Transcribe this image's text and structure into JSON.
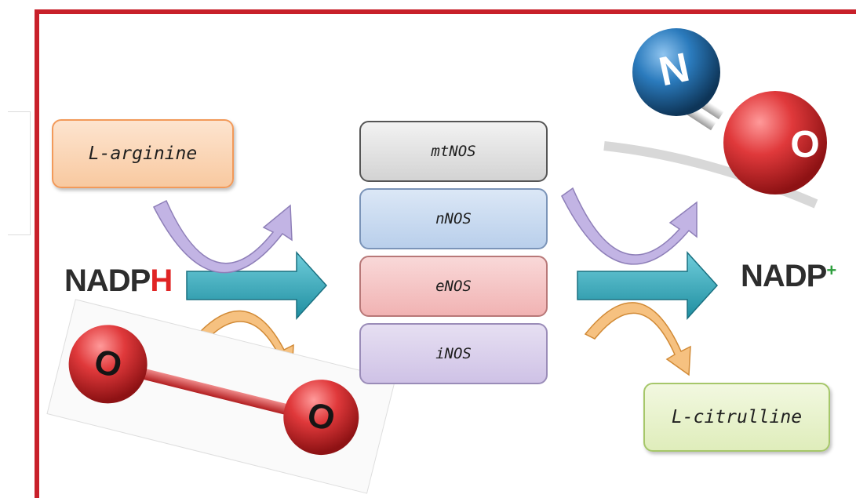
{
  "substrate": "L-arginine",
  "product": "L-citrulline",
  "cofactor_in": {
    "prefix": "NADP",
    "suffix": "H"
  },
  "cofactor_out": {
    "base": "NADP",
    "charge": "+"
  },
  "enzymes": [
    {
      "label": "mtNOS"
    },
    {
      "label": "nNOS"
    },
    {
      "label": "eNOS"
    },
    {
      "label": "iNOS"
    }
  ],
  "molecule_no": {
    "atom1": "N",
    "atom2": "O"
  },
  "molecule_o2": {
    "atom1": "O",
    "atom2": "O"
  },
  "colors": {
    "frame": "#c8202a",
    "main_arrow": "#2fa6b8",
    "purple_arrow": "#b7a8dc",
    "orange_arrow": "#f2b46a",
    "oxygen_red": "#e0393b",
    "nitrogen_blue": "#2b7bbd"
  }
}
